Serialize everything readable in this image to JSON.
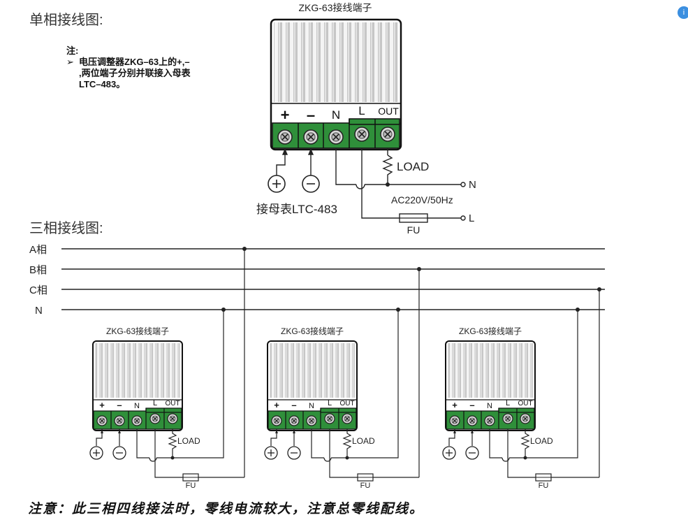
{
  "single": {
    "title": "单相接线图:",
    "note_label": "注:",
    "note_lines": [
      "电压调整器ZKG–63上的+,–",
      ",两位端子分别并联接入母表",
      "LTC–483。"
    ],
    "device_label": "ZKG-63接线端子",
    "terminals": [
      "+",
      "–",
      "N",
      "L",
      "OUT"
    ],
    "load": "LOAD",
    "n_label": "N",
    "l_label": "L",
    "source": "AC220V/50Hz",
    "fuse": "FU",
    "meter": "接母表LTC-483"
  },
  "three": {
    "title": "三相接线图:",
    "buses": [
      "A相",
      "B相",
      "C相",
      "N"
    ],
    "device_label": "ZKG-63接线端子",
    "terminals": [
      "+",
      "–",
      "N",
      "L",
      "OUT"
    ],
    "load": "LOAD",
    "fuse": "FU"
  },
  "footer": "注意：此三相四线接法时，零线电流较大，注意总零线配线。",
  "colors": {
    "terminal_green": "#2f8f3a",
    "fin": "#c9c9c9",
    "wire": "#222222",
    "accent": "#3b8fe0"
  },
  "icons": {
    "corner": "info-icon"
  }
}
